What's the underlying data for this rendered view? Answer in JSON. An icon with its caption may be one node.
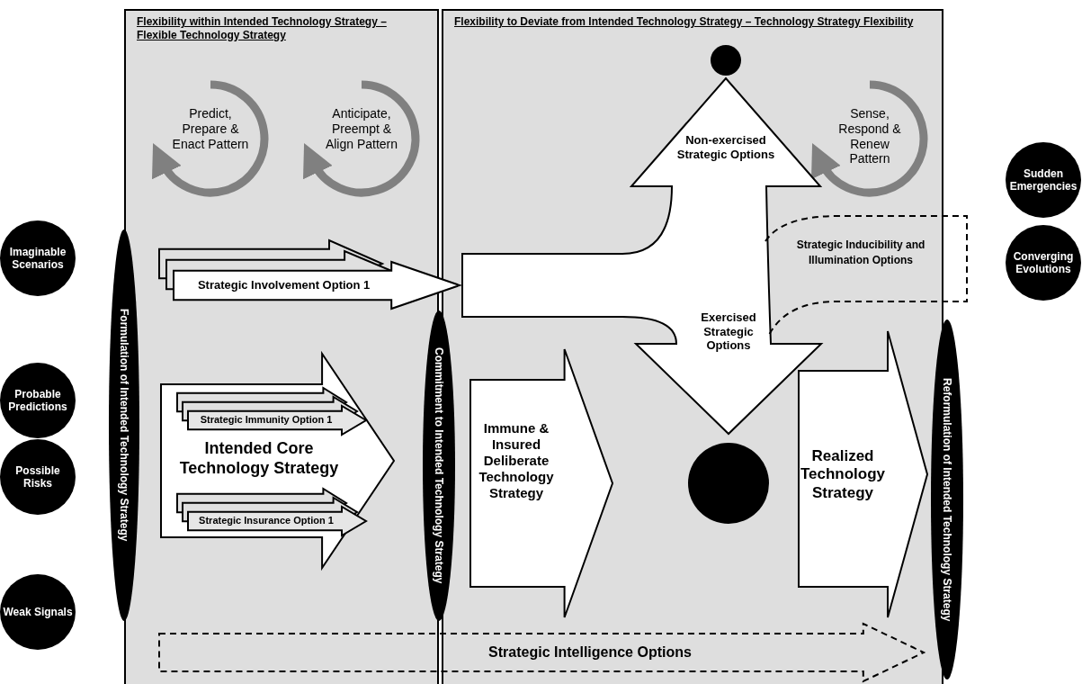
{
  "diagram": {
    "nodes": [
      {
        "text": [
          "Flexibility within Intended Technology Strategy – Flexible Technology Strategy"
        ]
      },
      {
        "text": [
          "Predict, Prepare & Enact Pattern"
        ],
        "in": 0
      },
      {
        "text": [
          "Flexibility to Deviate from Intended Technology Strategy – Technology Strategy Flexibility"
        ]
      },
      {
        "text": [
          "Anticipate, Preempt & Align Pattern"
        ],
        "in": 0
      },
      {
        "text": [],
        "shape": "circle",
        "in": 2
      },
      {
        "text": [
          "Sense, Respond & Renew Pattern"
        ],
        "in": 2
      },
      {
        "text": [
          "Imaginable Scenarios"
        ]
      },
      {
        "text": [
          "Sudden Emergencies"
        ]
      },
      {
        "text": [
          "Formulation of Intended Technology Strategy"
        ]
      },
      {
        "text": [
          "Commitment to Intended Technology Strategy"
        ]
      },
      {
        "text": [
          "Strategic Involvement Option 1"
        ]
      },
      {
        "text": [
          "Non-exercised Strategic Options",
          "Exercised Strategic Options"
        ],
        "in": 2
      },
      {
        "text": [
          "Strategic Inducibility and Illumination Options"
        ]
      },
      {
        "text": [
          "Converging Evolutions"
        ]
      },
      {
        "text": [
          "Reformulation of Intended Technology Strategy"
        ]
      },
      {
        "text": [
          "Probable Predictions"
        ]
      },
      {
        "text": [
          "Intended Core Technology Strategy"
        ],
        "in": 0
      },
      {
        "text": [
          "Strategic Immunity Option 1"
        ],
        "in": 16
      },
      {
        "text": [
          "Strategic Insurance Option 1"
        ],
        "in": 16
      },
      {
        "text": [
          "Immune & Insured Deliberate Technology Strategy"
        ],
        "in": 2
      },
      {
        "text": [],
        "shape": "circle",
        "in": 2
      },
      {
        "text": [
          "Realized Technology Strategy"
        ],
        "in": 2
      },
      {
        "text": [
          "Possible Risks"
        ]
      },
      {
        "text": [
          "Weak Signals"
        ]
      },
      {
        "text": [
          "Strategic Intelligence Options"
        ]
      }
    ]
  }
}
